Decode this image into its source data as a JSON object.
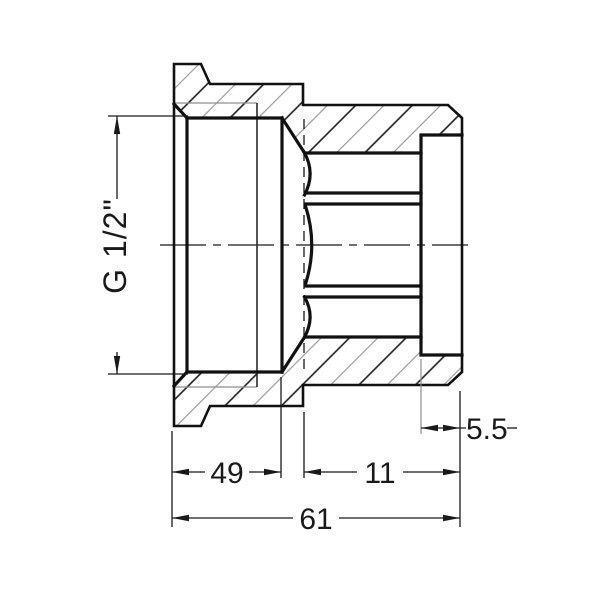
{
  "page": {
    "background": "#ffffff"
  },
  "drawing": {
    "type": "technical-section-view-of-threaded-pipe-fitting",
    "labels": {
      "thread_size": "G 1/2\"",
      "left_section_length": "49",
      "right_section_length": "11",
      "overall_length": "61",
      "socket_depth": "5.5"
    },
    "colors": {
      "line": "#1a1a1a",
      "hatch_dark": "#1c1c1c",
      "hatch_light": "#9b9b9b",
      "background": "#ffffff"
    }
  }
}
